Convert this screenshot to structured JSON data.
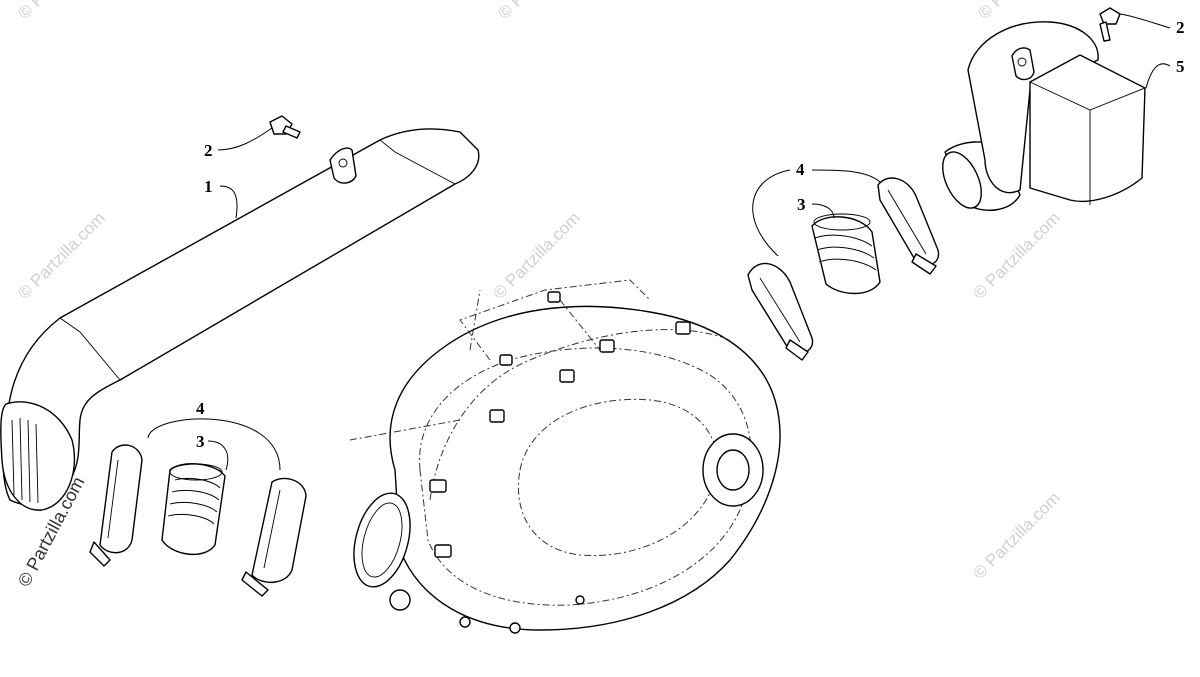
{
  "watermark": {
    "text": "© Partzilla.com",
    "corner_text": "© Partzilla.com"
  },
  "callouts": {
    "c1": "1",
    "c2_left": "2",
    "c2_right": "2",
    "c3_left": "3",
    "c3_right": "3",
    "c4_left": "4",
    "c4_right": "4",
    "c5": "5"
  }
}
